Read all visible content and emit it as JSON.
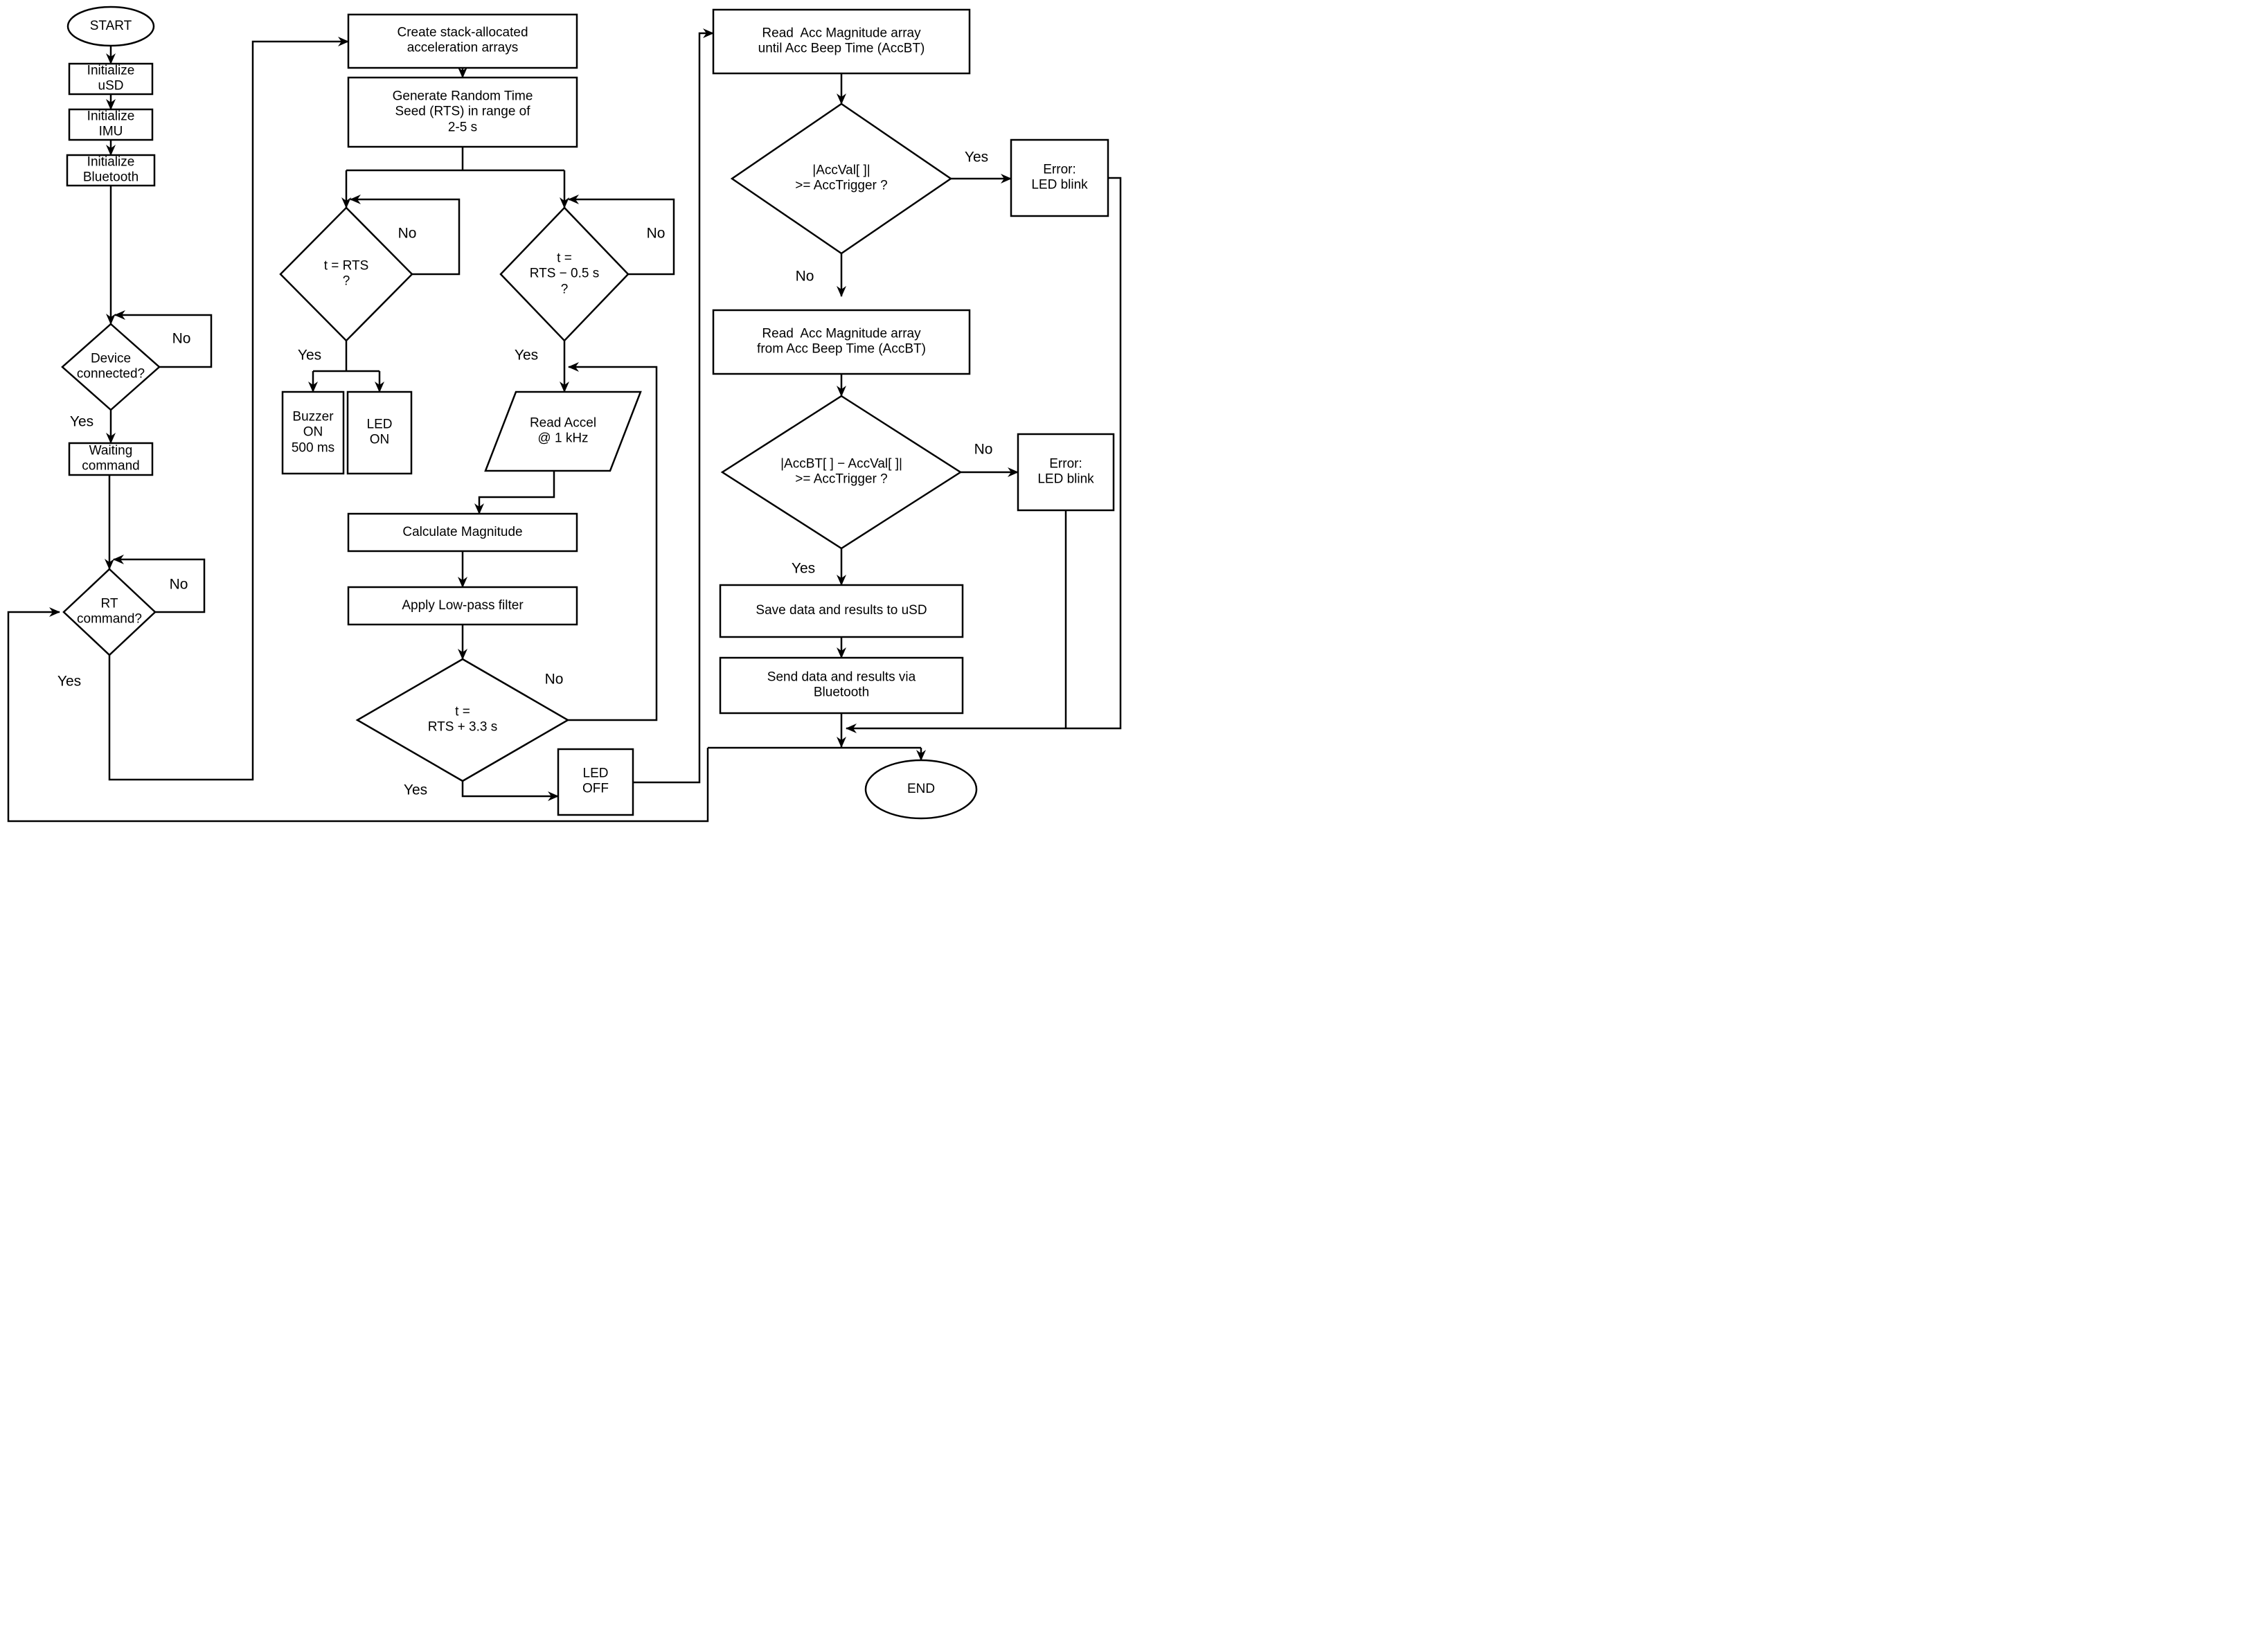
{
  "diagram": {
    "type": "flowchart",
    "colors": {
      "stroke": "#000000",
      "background": "#ffffff",
      "text": "#000000"
    },
    "nodes": {
      "start": {
        "type": "terminator",
        "label": "START"
      },
      "init_usd": {
        "type": "process",
        "label": "Initialize\nuSD"
      },
      "init_imu": {
        "type": "process",
        "label": "Initialize\nIMU"
      },
      "init_bt": {
        "type": "process",
        "label": "Initialize\nBluetooth"
      },
      "device_connected": {
        "type": "decision",
        "label": "Device\nconnected?"
      },
      "waiting_command": {
        "type": "process",
        "label": "Waiting\ncommand"
      },
      "rt_command": {
        "type": "decision",
        "label": "RT\ncommand?"
      },
      "create_arrays": {
        "type": "process",
        "label": "Create stack-allocated\nacceleration arrays"
      },
      "generate_rts": {
        "type": "process",
        "label": "Generate Random Time\nSeed (RTS) in range of\n2-5 s"
      },
      "t_equals_rts": {
        "type": "decision",
        "label": "t = RTS\n?"
      },
      "t_rts_minus": {
        "type": "decision",
        "label": "t =\nRTS − 0.5 s\n?"
      },
      "buzzer_on": {
        "type": "process",
        "label": "Buzzer\nON\n500 ms"
      },
      "led_on": {
        "type": "process",
        "label": "LED\nON"
      },
      "read_accel": {
        "type": "input-output",
        "label": "Read Accel\n@ 1 kHz"
      },
      "calc_magnitude": {
        "type": "process",
        "label": "Calculate Magnitude"
      },
      "low_pass": {
        "type": "process",
        "label": "Apply Low-pass filter"
      },
      "t_rts_plus": {
        "type": "decision",
        "label": "t =\nRTS + 3.3 s"
      },
      "led_off": {
        "type": "process",
        "label": "LED\nOFF"
      },
      "read_until_accbt": {
        "type": "process",
        "label": "Read  Acc Magnitude array\nuntil Acc Beep Time (AccBT)"
      },
      "accval_check": {
        "type": "decision",
        "label": "|AccVal[ ]|\n>= AccTrigger ?"
      },
      "error_blink_1": {
        "type": "process",
        "label": "Error:\nLED blink"
      },
      "read_from_accbt": {
        "type": "process",
        "label": "Read  Acc Magnitude array\nfrom Acc Beep Time (AccBT)"
      },
      "accbt_check": {
        "type": "decision",
        "label": "|AccBT[ ] − AccVal[ ]|\n>= AccTrigger ?"
      },
      "error_blink_2": {
        "type": "process",
        "label": "Error:\nLED blink"
      },
      "save_usd": {
        "type": "process",
        "label": "Save data and results to uSD"
      },
      "send_bt": {
        "type": "process",
        "label": "Send data and results via\nBluetooth"
      },
      "end": {
        "type": "terminator",
        "label": "END"
      }
    },
    "edge_labels": {
      "device_no": "No",
      "device_yes": "Yes",
      "rt_no": "No",
      "rt_yes": "Yes",
      "t_rts_no": "No",
      "t_rts_yes": "Yes",
      "t05_no": "No",
      "t05_yes": "Yes",
      "t33_no": "No",
      "t33_yes": "Yes",
      "accval_yes": "Yes",
      "accval_no": "No",
      "accbt_no": "No",
      "accbt_yes": "Yes"
    }
  }
}
